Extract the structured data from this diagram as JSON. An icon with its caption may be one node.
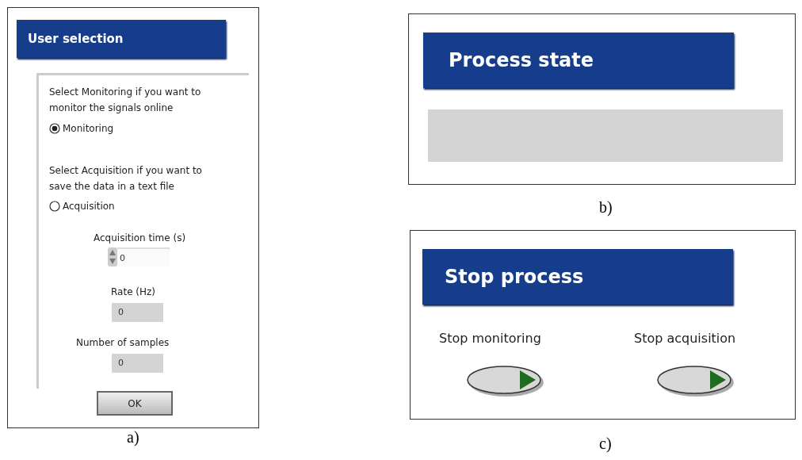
{
  "diagram": {
    "nodes": [
      {
        "text": [
          "User selection"
        ],
        "beside": [
          "a)"
        ]
      },
      {
        "text": [
          "Process state"
        ],
        "beside": [
          "b)"
        ]
      },
      {
        "text": [
          "Stop process"
        ],
        "beside": [
          "c)"
        ]
      }
    ],
    "labels": [
      "Select Monitoring if you want to monitor the signals online",
      "Monitoring",
      "Select Acquisition if you want to save the data in a text file",
      "Acquisition",
      "Acquisition time (s)",
      "0",
      "Rate (Hz)",
      "0",
      "Number of samples",
      "0",
      "OK",
      "Stop monitoring",
      "Stop acquisition"
    ]
  }
}
